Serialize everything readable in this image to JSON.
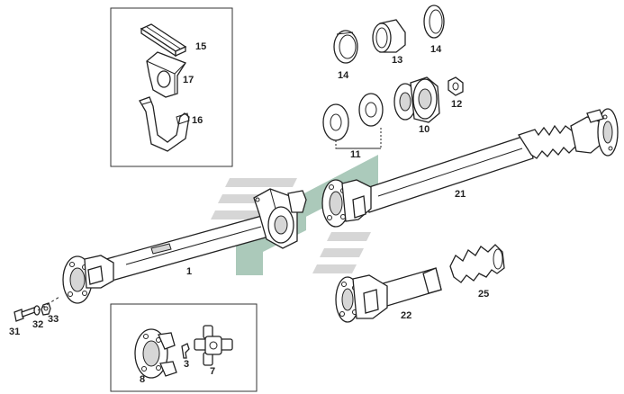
{
  "labels": {
    "l1": "1",
    "l3": "3",
    "l7": "7",
    "l8": "8",
    "l10": "10",
    "l11": "11",
    "l12": "12",
    "l13": "13",
    "l14a": "14",
    "l14b": "14",
    "l15": "15",
    "l16": "16",
    "l17": "17",
    "l21": "21",
    "l22": "22",
    "l25": "25",
    "l31": "31",
    "l32": "32",
    "l33": "33"
  },
  "colors": {
    "watermark_gray": "#c9c9c9",
    "watermark_green": "#8fb8a4",
    "line": "#222222"
  }
}
